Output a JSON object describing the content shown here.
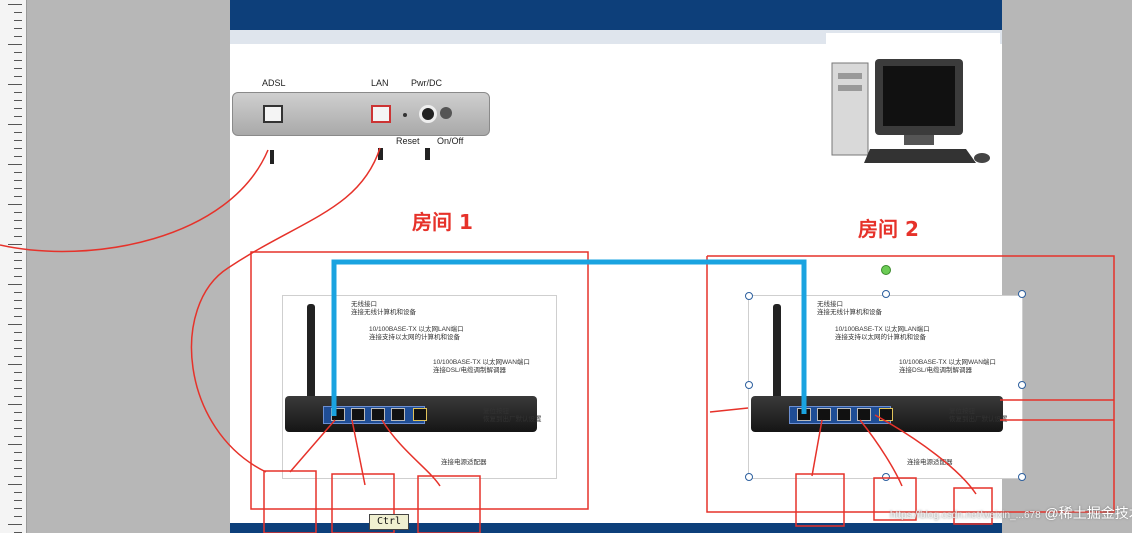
{
  "modem": {
    "adsl_label": "ADSL",
    "lan_label": "LAN",
    "pwr_label": "Pwr/DC",
    "reset_label": "Reset",
    "onoff_label": "On/Off"
  },
  "rooms": [
    {
      "title": "房间 1"
    },
    {
      "title": "房间 2"
    }
  ],
  "router_descriptions": {
    "wireless": [
      "无线接口",
      "连接无线计算机和设备"
    ],
    "lan": [
      "10/100BASE-TX 以太网LAN端口",
      "连接支持以太网的计算机和设备"
    ],
    "wan": [
      "10/100BASE-TX 以太网WAN端口",
      "连接DSL/电缆调制解调器"
    ],
    "reset": [
      "复位按钮",
      "恢复到出厂默认设置"
    ],
    "power": [
      "连接电源适配器"
    ]
  },
  "ctrl_tag": "Ctrl",
  "watermark": {
    "brand": "@稀土掘金技术社区",
    "url": "https://blog.csdn.net/weixin_...678"
  },
  "colors": {
    "slide_bar": "#0d3f7a",
    "room_title": "#e6322a",
    "annotation": "#e6322a",
    "cable": "#1aa3e0"
  }
}
